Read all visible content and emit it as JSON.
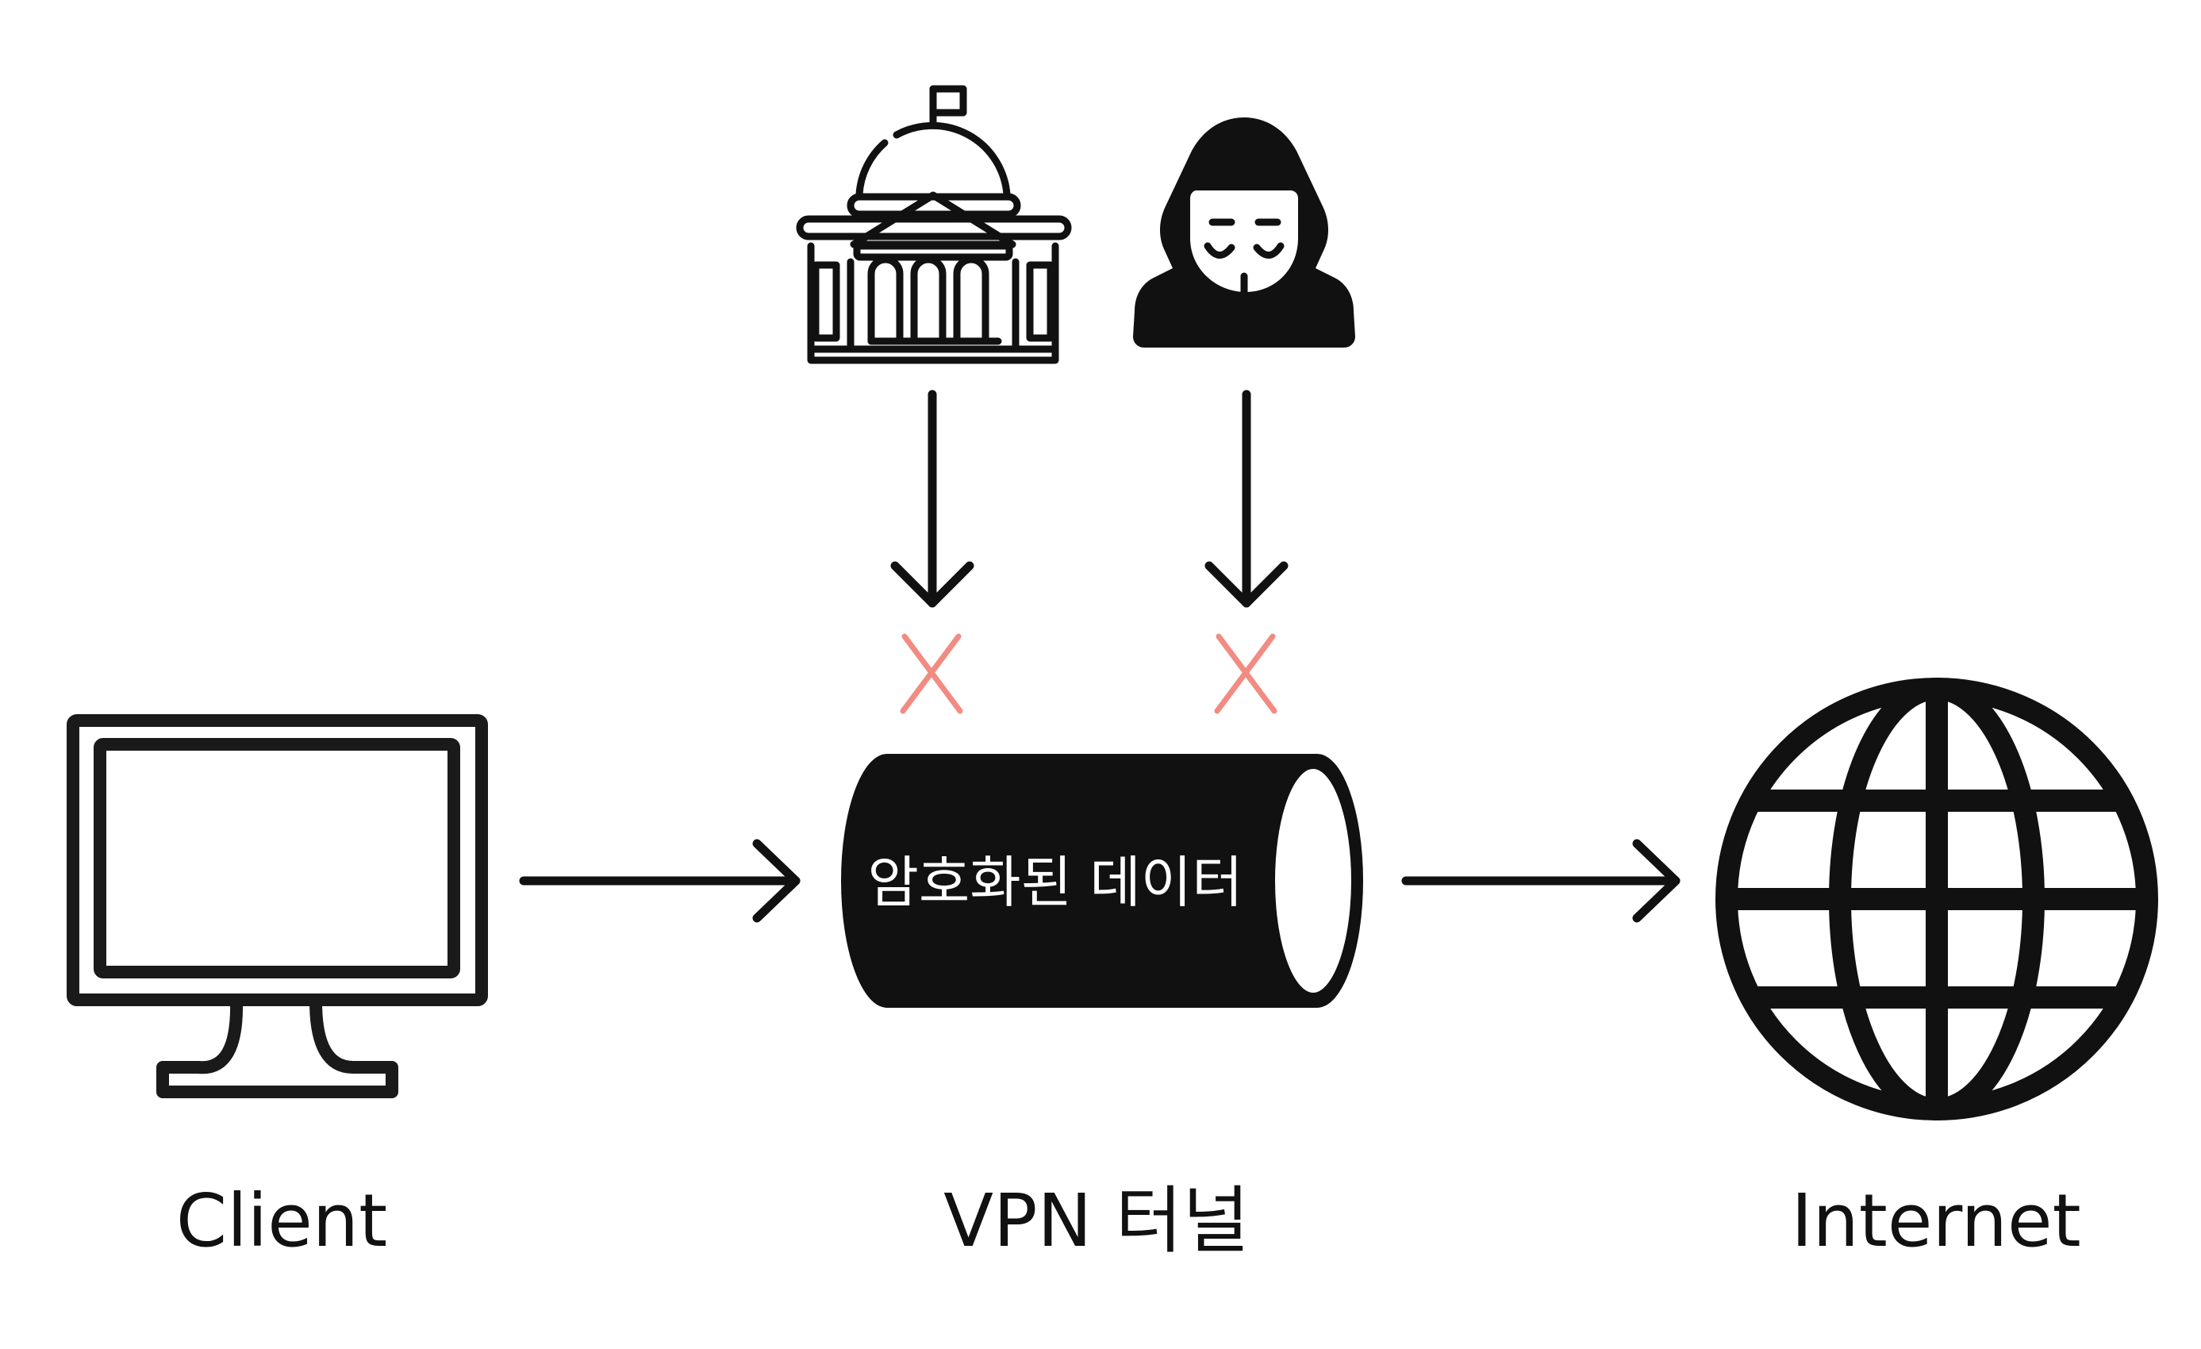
{
  "labels": {
    "client": "Client",
    "tunnel": "VPN 터널",
    "internet": "Internet",
    "tunnel_content": "암호화된 데이터"
  },
  "icons": {
    "client": "desktop-monitor-icon",
    "government": "government-building-icon",
    "hacker": "hooded-hacker-icon",
    "internet": "globe-icon",
    "blocked": "x-mark-icon"
  },
  "colors": {
    "stroke": "#111111",
    "blocked_mark": "#f28b82",
    "background": "#ffffff"
  }
}
